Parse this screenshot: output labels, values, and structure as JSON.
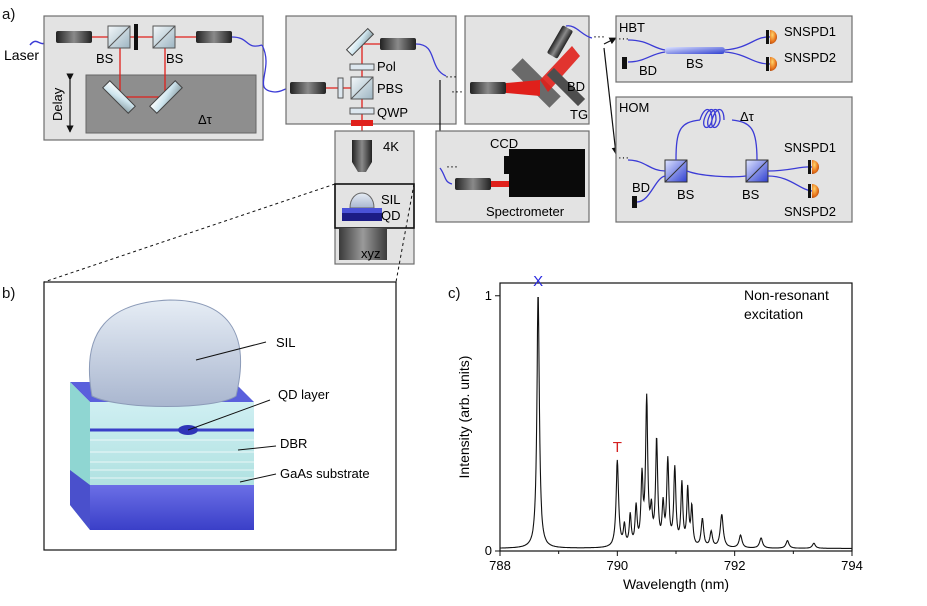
{
  "panels": {
    "a": "a)",
    "b": "b)",
    "c": "c)"
  },
  "setup": {
    "laser": "Laser",
    "bs_left": "BS",
    "bs_right": "BS",
    "delay": "Delay",
    "delta_tau_delay": "Δτ",
    "pol": "Pol",
    "pbs": "PBS",
    "qwp": "QWP",
    "cryostat": "4K",
    "sil": "SIL",
    "qd": "QD",
    "stage": "xyz",
    "bd_grating": "BD",
    "tg": "TG",
    "ccd": "CCD",
    "spectrometer": "Spectrometer",
    "hbt": "HBT",
    "hbt_bd": "BD",
    "hbt_bs": "BS",
    "hbt_snspd1": "SNSPD1",
    "hbt_snspd2": "SNSPD2",
    "hom": "HOM",
    "hom_delta_tau": "Δτ",
    "hom_bd": "BD",
    "hom_bs1": "BS",
    "hom_bs2": "BS",
    "hom_snspd1": "SNSPD1",
    "hom_snspd2": "SNSPD2"
  },
  "sample": {
    "sil": "SIL",
    "qd_layer": "QD layer",
    "dbr": "DBR",
    "substrate": "GaAs substrate"
  },
  "colors": {
    "laser_red": "#e0201b",
    "fiber_blue": "#3b3bd6",
    "box_gray": "#e3e3e3",
    "detector_orange": "#e8731c",
    "x_label": "#2a2ae0",
    "t_label": "#d42020"
  },
  "chart_data": {
    "type": "line",
    "xlabel": "Wavelength (nm)",
    "ylabel": "Intensity (arb. units)",
    "xlim": [
      788,
      794
    ],
    "ylim": [
      0,
      1.05
    ],
    "xticks": [
      788,
      790,
      792,
      794
    ],
    "yticks": [
      0,
      1
    ],
    "annotation": [
      "Non-resonant",
      "excitation"
    ],
    "grid": false,
    "baseline": 0.01,
    "peaks": [
      {
        "label": "X",
        "x": 788.65,
        "y": 1.0,
        "w": 0.025
      },
      {
        "label": "T",
        "x": 790.0,
        "y": 0.34,
        "w": 0.025
      },
      {
        "x": 790.12,
        "y": 0.08,
        "w": 0.02
      },
      {
        "x": 790.22,
        "y": 0.12,
        "w": 0.02
      },
      {
        "x": 790.32,
        "y": 0.15,
        "w": 0.02
      },
      {
        "x": 790.42,
        "y": 0.26,
        "w": 0.02
      },
      {
        "x": 790.5,
        "y": 0.57,
        "w": 0.022
      },
      {
        "x": 790.58,
        "y": 0.12,
        "w": 0.02
      },
      {
        "x": 790.67,
        "y": 0.41,
        "w": 0.022
      },
      {
        "x": 790.78,
        "y": 0.15,
        "w": 0.02
      },
      {
        "x": 790.86,
        "y": 0.33,
        "w": 0.022
      },
      {
        "x": 790.98,
        "y": 0.3,
        "w": 0.022
      },
      {
        "x": 791.1,
        "y": 0.24,
        "w": 0.02
      },
      {
        "x": 791.2,
        "y": 0.22,
        "w": 0.02
      },
      {
        "x": 791.27,
        "y": 0.15,
        "w": 0.02
      },
      {
        "x": 791.45,
        "y": 0.11,
        "w": 0.025
      },
      {
        "x": 791.6,
        "y": 0.06,
        "w": 0.025
      },
      {
        "x": 791.78,
        "y": 0.13,
        "w": 0.03
      },
      {
        "x": 792.1,
        "y": 0.05,
        "w": 0.03
      },
      {
        "x": 792.45,
        "y": 0.04,
        "w": 0.03
      },
      {
        "x": 792.9,
        "y": 0.03,
        "w": 0.03
      },
      {
        "x": 793.35,
        "y": 0.02,
        "w": 0.03
      }
    ],
    "labels": {
      "x": "X",
      "t": "T"
    }
  }
}
